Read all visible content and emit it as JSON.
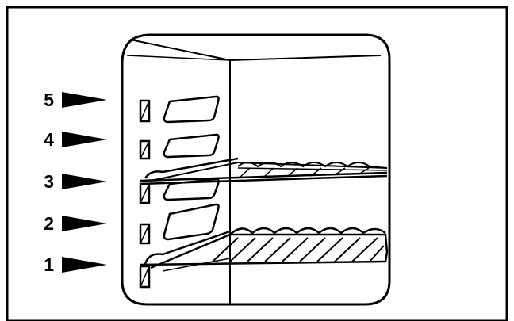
{
  "shelf_positions": [
    {
      "label": "5",
      "has_rack": false
    },
    {
      "label": "4",
      "has_rack": false
    },
    {
      "label": "3",
      "has_rack": true
    },
    {
      "label": "2",
      "has_rack": false
    },
    {
      "label": "1",
      "has_rack": true
    }
  ],
  "colors": {
    "line": "#000000",
    "background": "#ffffff"
  }
}
